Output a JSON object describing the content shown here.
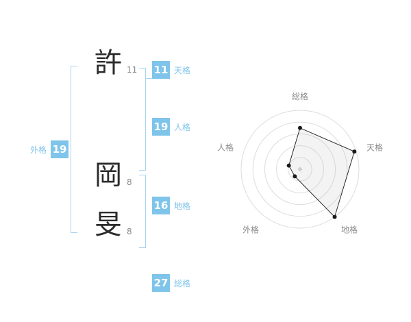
{
  "page": {
    "background": "#ffffff"
  },
  "colors": {
    "accent": "#7fc4ea",
    "bracket": "#a9d4ee",
    "badge_text": "#ffffff",
    "stroke_count_text": "#8a8a8a",
    "character_text": "#2b2b2b",
    "ring": "#dcdcdc",
    "polygon_fill": "rgba(190,190,190,0.18)",
    "polygon_stroke": "#2a2a2a",
    "point": "#1a1a1a",
    "center_marker": "#c9ced4",
    "axis_label": "#8a8a8a"
  },
  "name": {
    "characters": [
      {
        "char": "許",
        "strokes": "11"
      },
      {
        "char": "岡",
        "strokes": "8"
      },
      {
        "char": "旻",
        "strokes": "8"
      }
    ]
  },
  "grids": [
    {
      "id": "tenkaku",
      "value": "11",
      "label": "天格"
    },
    {
      "id": "jinkaku",
      "value": "19",
      "label": "人格"
    },
    {
      "id": "chikaku",
      "value": "16",
      "label": "地格"
    },
    {
      "id": "gaikaku",
      "value": "19",
      "label": "外格"
    },
    {
      "id": "soukaku",
      "value": "27",
      "label": "総格"
    }
  ],
  "chart_data": {
    "type": "radar",
    "axes": [
      "総格",
      "天格",
      "地格",
      "外格",
      "人格"
    ],
    "values": [
      70,
      97,
      100,
      15,
      20
    ],
    "max": 100,
    "rings": 5,
    "start_angle_deg": -90,
    "direction": "clockwise",
    "grid": "concentric-circles",
    "legend": false
  }
}
